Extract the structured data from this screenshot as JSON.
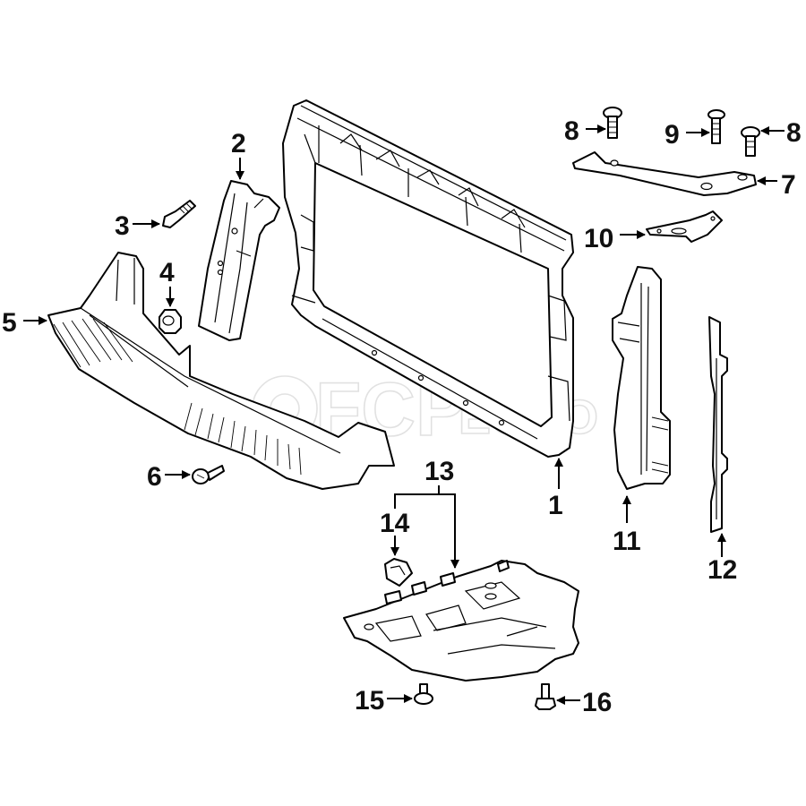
{
  "diagram": {
    "type": "exploded-parts-diagram",
    "subject": "Radiator support / front end carrier assembly",
    "watermark": {
      "brand": "FCP",
      "suffix": "EURO",
      "mark": "®"
    },
    "callouts": [
      {
        "id": "1",
        "label": "1",
        "part": "radiator-support"
      },
      {
        "id": "2",
        "label": "2",
        "part": "side-bracket"
      },
      {
        "id": "3",
        "label": "3",
        "part": "bolt"
      },
      {
        "id": "4",
        "label": "4",
        "part": "nut"
      },
      {
        "id": "5",
        "label": "5",
        "part": "lower-air-deflector"
      },
      {
        "id": "6",
        "label": "6",
        "part": "screw"
      },
      {
        "id": "7",
        "label": "7",
        "part": "upper-brace"
      },
      {
        "id": "8a",
        "label": "8",
        "part": "bolt"
      },
      {
        "id": "8b",
        "label": "8",
        "part": "bolt"
      },
      {
        "id": "9",
        "label": "9",
        "part": "bolt"
      },
      {
        "id": "10",
        "label": "10",
        "part": "bracket"
      },
      {
        "id": "11",
        "label": "11",
        "part": "side-air-duct"
      },
      {
        "id": "12",
        "label": "12",
        "part": "side-seal"
      },
      {
        "id": "13",
        "label": "13",
        "part": "splash-shield-assembly"
      },
      {
        "id": "14",
        "label": "14",
        "part": "clip"
      },
      {
        "id": "15",
        "label": "15",
        "part": "bolt"
      },
      {
        "id": "16",
        "label": "16",
        "part": "bolt"
      }
    ]
  }
}
